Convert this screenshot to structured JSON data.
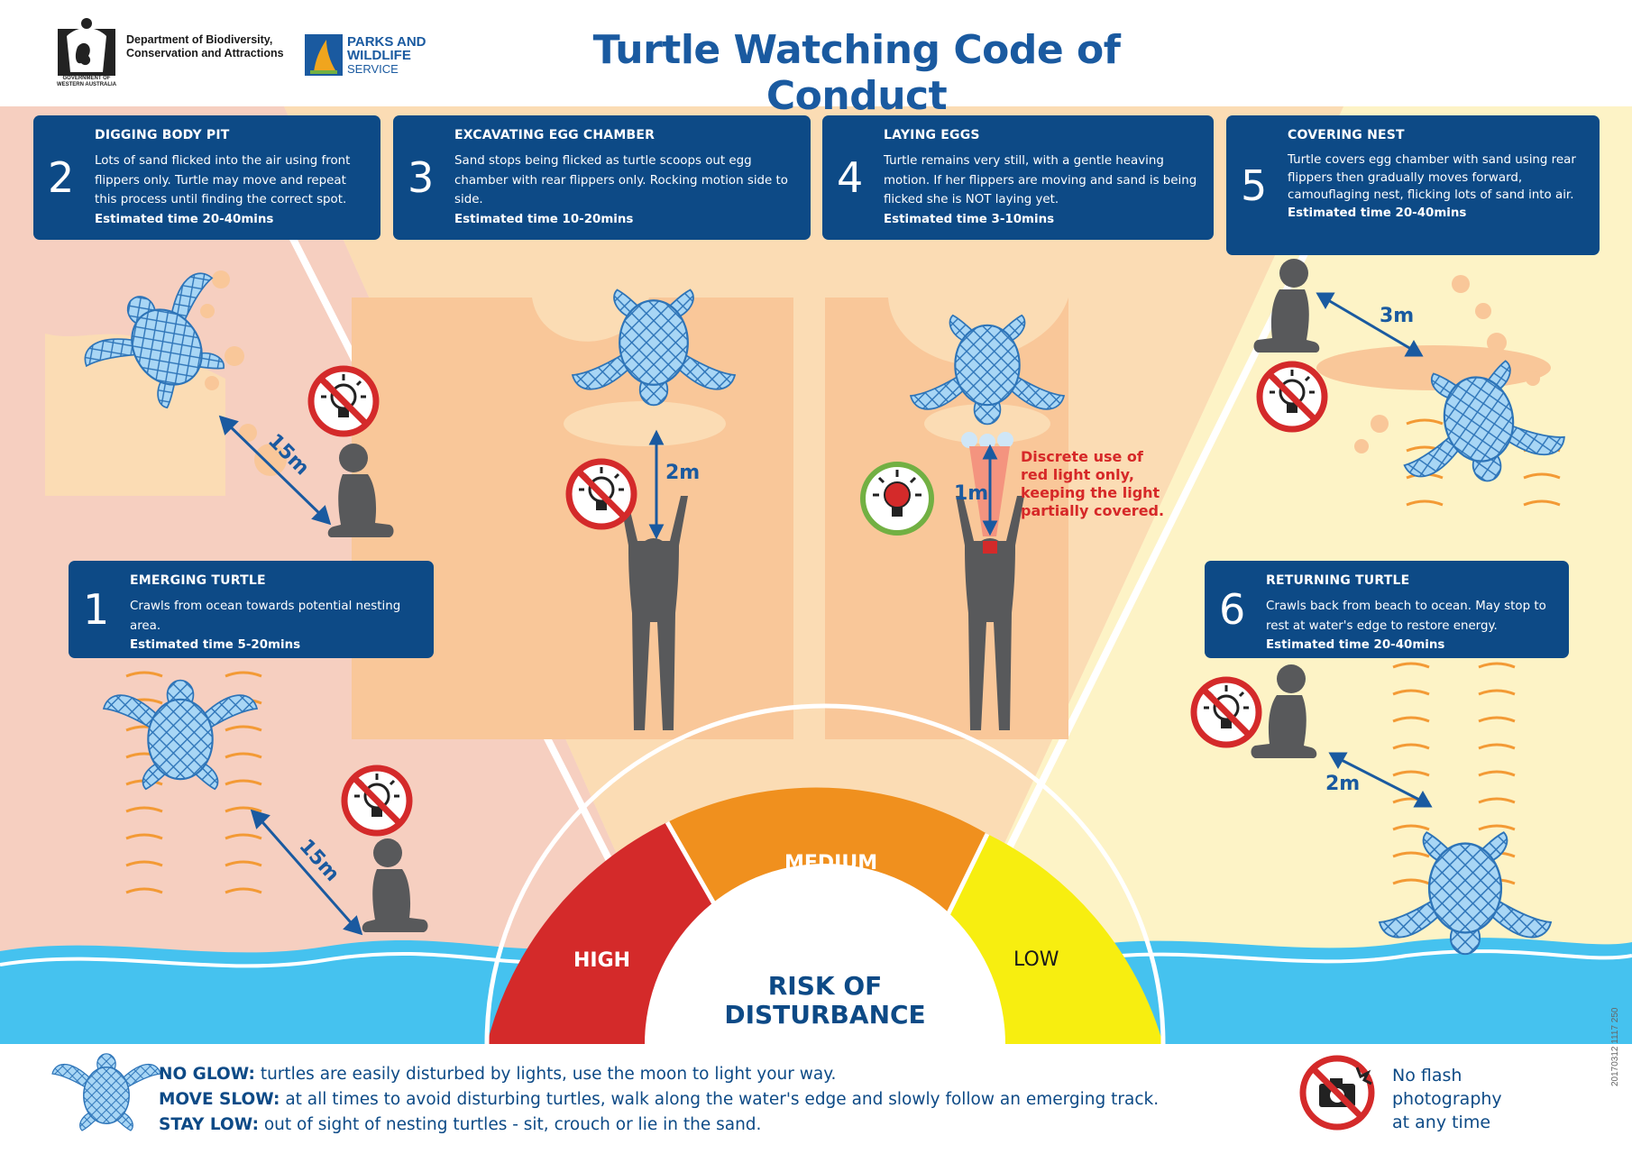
{
  "header": {
    "title": "Turtle Watching Code of Conduct",
    "department_line1": "Department of Biodiversity,",
    "department_line2": "Conservation and Attractions",
    "crest_caption": "GOVERNMENT OF WESTERN AUSTRALIA",
    "pws_line1": "PARKS AND",
    "pws_line2": "WILDLIFE",
    "pws_line3": "SERVICE"
  },
  "stages": [
    {
      "number": "2",
      "title": "DIGGING BODY PIT",
      "desc": "Lots of sand flicked into the air using front flippers only. Turtle may move and repeat this process until finding the correct spot.",
      "time": "Estimated time 20-40mins"
    },
    {
      "number": "3",
      "title": "EXCAVATING EGG CHAMBER",
      "desc": "Sand stops being flicked as turtle scoops out egg chamber with rear flippers only. Rocking motion side to side.",
      "time": "Estimated time 10-20mins"
    },
    {
      "number": "4",
      "title": "LAYING EGGS",
      "desc": "Turtle remains very still, with a gentle heaving motion. If her flippers are moving and sand is being flicked she is NOT laying yet.",
      "time": "Estimated time 3-10mins"
    },
    {
      "number": "5",
      "title": "COVERING NEST",
      "desc": "Turtle covers egg chamber with sand using rear flippers then gradually moves forward, camouflaging nest, flicking lots of sand into air.",
      "time": "Estimated time 20-40mins"
    },
    {
      "number": "1",
      "title": "EMERGING TURTLE",
      "desc": "Crawls from ocean towards potential nesting area.",
      "time": "Estimated time 5-20mins"
    },
    {
      "number": "6",
      "title": "RETURNING TURTLE",
      "desc": "Crawls back from beach to ocean. May stop to rest at water's edge to restore energy.",
      "time": "Estimated time 20-40mins"
    }
  ],
  "distances": {
    "d15a": "15m",
    "d15b": "15m",
    "d2a": "2m",
    "d1": "1m",
    "d3": "3m",
    "d2b": "2m"
  },
  "red_light_note": "Discrete use of red light only, keeping the light partially covered.",
  "risk": {
    "high": "HIGH",
    "medium": "MEDIUM",
    "low": "LOW",
    "title_line1": "RISK OF",
    "title_line2": "DISTURBANCE"
  },
  "footer": {
    "glow_head": "NO GLOW:",
    "glow_text": " turtles are easily disturbed by lights, use the moon to light your way.",
    "slow_head": "MOVE SLOW:",
    "slow_text": " at all times to avoid disturbing turtles, walk along the water's edge and slowly follow an emerging track.",
    "low_head": "STAY LOW:",
    "low_text": " out of sight of nesting turtles - sit, crouch or lie in the sand.",
    "noflash_line1": "No flash",
    "noflash_line2": "photography",
    "noflash_line3": "at any time"
  },
  "doc_code": "20170312 1117 250",
  "colors": {
    "navy": "#0d4a86",
    "blue_text": "#1a5aa0",
    "high": "#d42a2a",
    "medium": "#f0901e",
    "low": "#f7ee10",
    "water": "#45c2ef",
    "turtle": "#9fd0f2"
  }
}
